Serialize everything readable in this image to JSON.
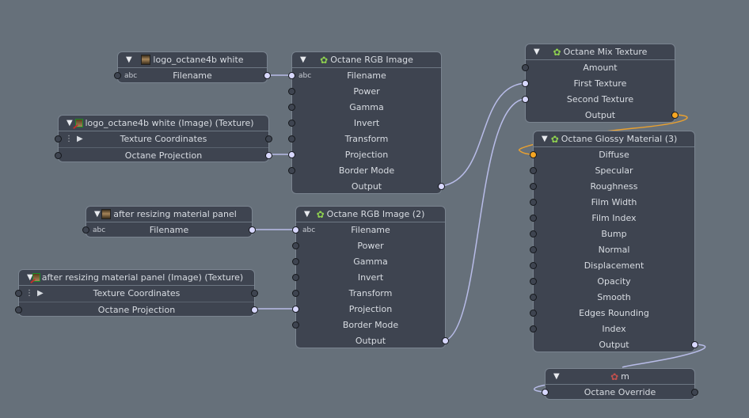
{
  "colors": {
    "canvas": "#66707a",
    "node_body": "#3e4450",
    "node_border": "#7a8490",
    "wire_default": "#b8bce8",
    "wire_material": "#e8a030",
    "port_linked": "#d8d8ff",
    "port_material": "#f5a623",
    "gear_icon": "#8fd14f",
    "override_icon": "#c0504d"
  },
  "nodes": {
    "logo_image_file": {
      "title": "logo_octane4b white",
      "icon": "image-thumbnail-icon",
      "rows": [
        {
          "label": "Filename",
          "prefix": "abc"
        }
      ]
    },
    "logo_texture": {
      "title": "logo_octane4b white (Image) (Texture)",
      "icon": "texture-icon",
      "rows": [
        {
          "label": "Texture Coordinates"
        },
        {
          "label": "Octane Projection"
        }
      ]
    },
    "rgb_image_1": {
      "title": "Octane RGB Image",
      "icon": "gear-icon",
      "rows": [
        {
          "label": "Filename",
          "prefix": "abc"
        },
        {
          "label": "Power"
        },
        {
          "label": "Gamma"
        },
        {
          "label": "Invert"
        },
        {
          "label": "Transform"
        },
        {
          "label": "Projection"
        },
        {
          "label": "Border Mode"
        },
        {
          "label": "Output"
        }
      ]
    },
    "resize_image_file": {
      "title": "after resizing material panel",
      "icon": "image-thumbnail-icon",
      "rows": [
        {
          "label": "Filename",
          "prefix": "abc"
        }
      ]
    },
    "resize_texture": {
      "title": "after resizing material panel (Image) (Texture)",
      "icon": "texture-icon",
      "rows": [
        {
          "label": "Texture Coordinates"
        },
        {
          "label": "Octane Projection"
        }
      ]
    },
    "rgb_image_2": {
      "title": "Octane RGB Image (2)",
      "icon": "gear-icon",
      "rows": [
        {
          "label": "Filename",
          "prefix": "abc"
        },
        {
          "label": "Power"
        },
        {
          "label": "Gamma"
        },
        {
          "label": "Invert"
        },
        {
          "label": "Transform"
        },
        {
          "label": "Projection"
        },
        {
          "label": "Border Mode"
        },
        {
          "label": "Output"
        }
      ]
    },
    "mix_texture": {
      "title": "Octane Mix Texture",
      "icon": "gear-icon",
      "rows": [
        {
          "label": "Amount"
        },
        {
          "label": "First Texture"
        },
        {
          "label": "Second Texture"
        },
        {
          "label": "Output"
        }
      ]
    },
    "glossy_material": {
      "title": "Octane Glossy Material (3)",
      "icon": "gear-icon",
      "rows": [
        {
          "label": "Diffuse"
        },
        {
          "label": "Specular"
        },
        {
          "label": "Roughness"
        },
        {
          "label": "Film Width"
        },
        {
          "label": "Film Index"
        },
        {
          "label": "Bump"
        },
        {
          "label": "Normal"
        },
        {
          "label": "Displacement"
        },
        {
          "label": "Opacity"
        },
        {
          "label": "Smooth"
        },
        {
          "label": "Edges Rounding"
        },
        {
          "label": "Index"
        },
        {
          "label": "Output"
        }
      ]
    },
    "override": {
      "title": "m",
      "icon": "override-gear-icon",
      "rows": [
        {
          "label": "Octane Override"
        }
      ]
    }
  },
  "glyphs": {
    "collapse": "▼",
    "expand": "▶",
    "dots": "⋮",
    "gear": "✿"
  }
}
